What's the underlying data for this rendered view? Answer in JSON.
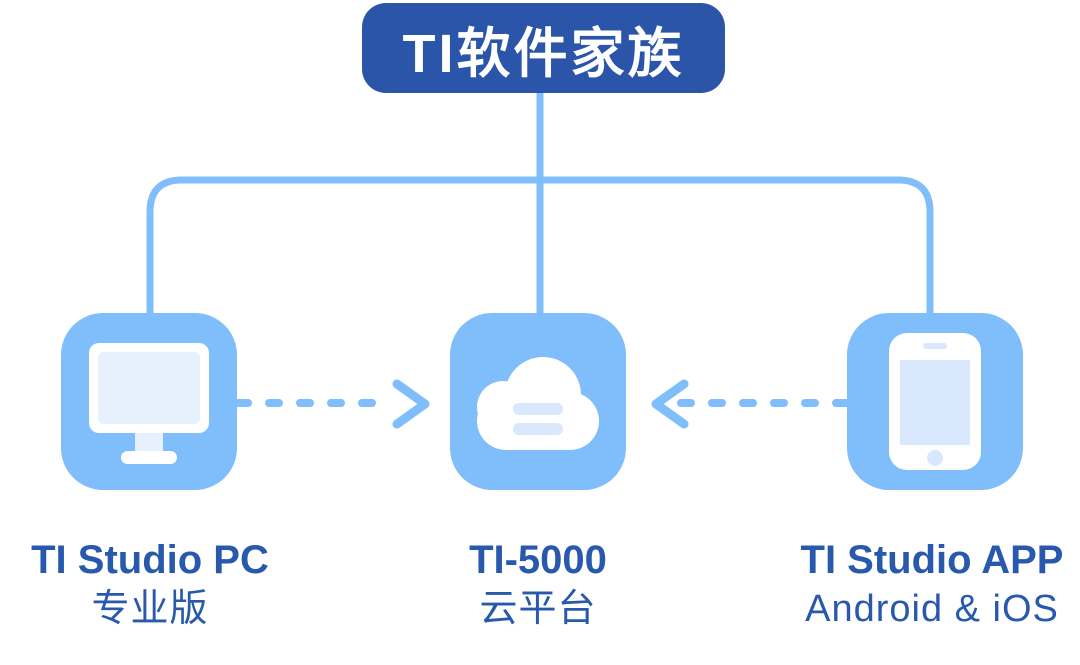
{
  "colors": {
    "page_bg": "#ffffff",
    "header_bg": "#2B55A8",
    "header_text": "#ffffff",
    "connector": "#7FBDFB",
    "node_bg": "#7FBEFB",
    "icon_fg": "#ffffff",
    "icon_screen": "#E7F1FE",
    "icon_accent": "#D9E8FC",
    "label_text": "#2859AC"
  },
  "header": {
    "title": "TI软件家族"
  },
  "nodes": [
    {
      "id": "pc",
      "icon": "desktop-monitor-icon",
      "title": "TI Studio PC",
      "subtitle": "专业版"
    },
    {
      "id": "cloud",
      "icon": "cloud-server-icon",
      "title": "TI-5000",
      "subtitle": "云平台"
    },
    {
      "id": "app",
      "icon": "smartphone-icon",
      "title": "TI Studio APP",
      "subtitle": "Android & iOS"
    }
  ],
  "connections": [
    {
      "from": "TI软件家族",
      "to": [
        "TI Studio PC",
        "TI-5000",
        "TI Studio APP"
      ],
      "style": "solid-tree"
    },
    {
      "from": "TI Studio PC",
      "to": "TI-5000",
      "style": "dashed-arrow",
      "direction": "right"
    },
    {
      "from": "TI Studio APP",
      "to": "TI-5000",
      "style": "dashed-arrow",
      "direction": "left"
    }
  ]
}
